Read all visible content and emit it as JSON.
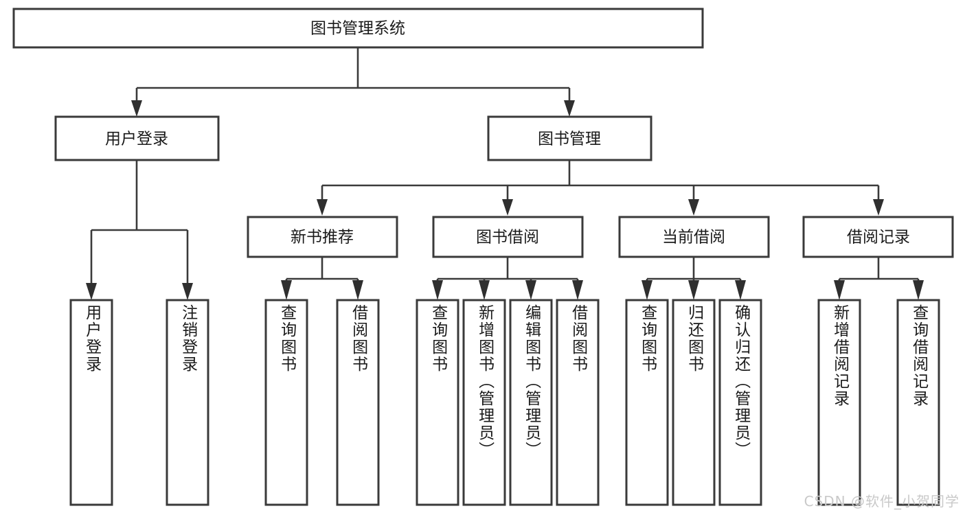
{
  "diagram": {
    "title": "图书管理系统",
    "type": "tree-hierarchy-chart",
    "root": {
      "id": "root",
      "label": "图书管理系统"
    },
    "level2": [
      {
        "id": "user-login",
        "label": "用户登录"
      },
      {
        "id": "book-management",
        "label": "图书管理"
      }
    ],
    "level3": [
      {
        "id": "new-book-recommend",
        "label": "新书推荐",
        "parent": "book-management"
      },
      {
        "id": "book-borrow",
        "label": "图书借阅",
        "parent": "book-management"
      },
      {
        "id": "current-borrow",
        "label": "当前借阅",
        "parent": "book-management"
      },
      {
        "id": "borrow-record",
        "label": "借阅记录",
        "parent": "book-management"
      }
    ],
    "leaves": {
      "user-login": [
        {
          "id": "leaf-user-login",
          "label": "用户登录"
        },
        {
          "id": "leaf-logout",
          "label": "注销登录"
        }
      ],
      "new-book-recommend": [
        {
          "id": "leaf-query-book-1",
          "label": "查询图书"
        },
        {
          "id": "leaf-borrow-book-1",
          "label": "借阅图书"
        }
      ],
      "book-borrow": [
        {
          "id": "leaf-query-book-2",
          "label": "查询图书"
        },
        {
          "id": "leaf-add-book",
          "label": "新增图书（管理员）"
        },
        {
          "id": "leaf-edit-book",
          "label": "编辑图书（管理员）"
        },
        {
          "id": "leaf-borrow-book-2",
          "label": "借阅图书"
        }
      ],
      "current-borrow": [
        {
          "id": "leaf-query-book-3",
          "label": "查询图书"
        },
        {
          "id": "leaf-return-book",
          "label": "归还图书"
        },
        {
          "id": "leaf-confirm-return",
          "label": "确认归还（管理员）"
        }
      ],
      "borrow-record": [
        {
          "id": "leaf-add-record",
          "label": "新增借阅记录"
        },
        {
          "id": "leaf-query-record",
          "label": "查询借阅记录"
        }
      ]
    },
    "colors": {
      "box_stroke": "#3a3a3a",
      "box_fill": "#ffffff",
      "connector": "#3a3a3a",
      "text": "#1a1a1a",
      "watermark": "#c9c9c9",
      "background": "#ffffff"
    }
  },
  "watermark": {
    "text": "CSDN @软件_小贺同学"
  }
}
